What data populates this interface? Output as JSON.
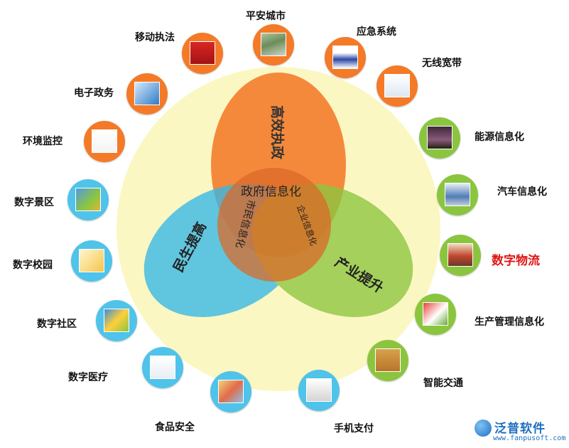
{
  "center": {
    "top_lobe": "高效执政",
    "left_lobe": "民生提高",
    "right_lobe": "产业提升",
    "core": "政府信息化",
    "core_left": "市民信息化",
    "core_right": "企业信息化"
  },
  "ring": [
    {
      "label": "平安城市",
      "icon": "city-traffic-photo-icon",
      "ring": "#f47a28",
      "highlight": false
    },
    {
      "label": "应急系统",
      "icon": "police-car-photo-icon",
      "ring": "#f47a28",
      "highlight": false
    },
    {
      "label": "无线宽带",
      "icon": "wifi-router-photo-icon",
      "ring": "#f47a28",
      "highlight": false
    },
    {
      "label": "能源信息化",
      "icon": "power-plant-photo-icon",
      "ring": "#8bc53f",
      "highlight": false
    },
    {
      "label": "汽车信息化",
      "icon": "truck-photo-icon",
      "ring": "#8bc53f",
      "highlight": false
    },
    {
      "label": "数字物流",
      "icon": "logistics-trucks-photo-icon",
      "ring": "#8bc53f",
      "highlight": true
    },
    {
      "label": "生产管理信息化",
      "icon": "production-box-icon",
      "ring": "#8bc53f",
      "highlight": false
    },
    {
      "label": "智能交通",
      "icon": "road-sign-icon",
      "ring": "#8bc53f",
      "highlight": false
    },
    {
      "label": "手机支付",
      "icon": "mobile-payment-icon",
      "ring": "#4fc3ea",
      "highlight": false
    },
    {
      "label": "食品安全",
      "icon": "food-safety-icon",
      "ring": "#4fc3ea",
      "highlight": false
    },
    {
      "label": "数字医疗",
      "icon": "first-aid-kit-icon",
      "ring": "#4fc3ea",
      "highlight": false
    },
    {
      "label": "数字社区",
      "icon": "community-butterfly-icon",
      "ring": "#4fc3ea",
      "highlight": false
    },
    {
      "label": "数字校园",
      "icon": "notepad-pencil-icon",
      "ring": "#4fc3ea",
      "highlight": false
    },
    {
      "label": "数字景区",
      "icon": "globe-island-icon",
      "ring": "#4fc3ea",
      "highlight": false
    },
    {
      "label": "环境监控",
      "icon": "weather-station-icon",
      "ring": "#f47a28",
      "highlight": false
    },
    {
      "label": "电子政务",
      "icon": "magnifier-document-icon",
      "ring": "#f47a28",
      "highlight": false
    },
    {
      "label": "移动执法",
      "icon": "police-badge-icon",
      "ring": "#f47a28",
      "highlight": false
    }
  ],
  "logo": {
    "name": "泛普软件",
    "url": "www.fanpusoft.com"
  },
  "colors": {
    "orange": "#f47a28",
    "blue": "#35b8e6",
    "green": "#8cc63f",
    "cream": "#fbf7c2"
  }
}
